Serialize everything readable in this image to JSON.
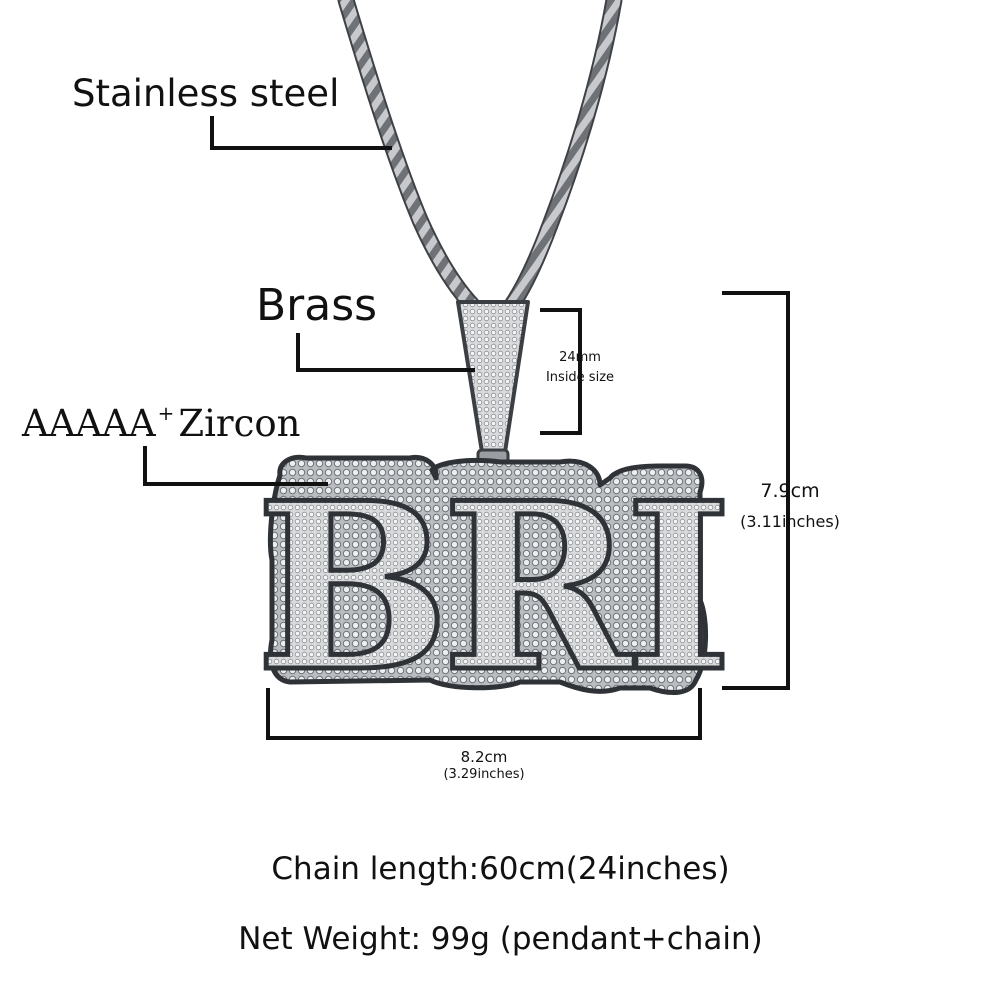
{
  "labels": {
    "chain_material": "Stainless steel",
    "bail_material": "Brass",
    "stone_grade": "AAAAA",
    "stone_grade_sup": "+",
    "stone_type": "Zircon"
  },
  "dimensions": {
    "bail_size": "24mm",
    "bail_note": "Inside size",
    "height_cm": "7.9cm",
    "height_in": "(3.11inches)",
    "width_cm": "8.2cm",
    "width_in": "(3.29inches)"
  },
  "pendant": {
    "letters": "BRI"
  },
  "footer": {
    "chain_length": "Chain length:60cm(24inches)",
    "net_weight": "Net Weight: 99g (pendant+chain)"
  },
  "colors": {
    "metal": "#c9cbcd",
    "metal_dark": "#5a5d61",
    "callout": "#111111"
  }
}
